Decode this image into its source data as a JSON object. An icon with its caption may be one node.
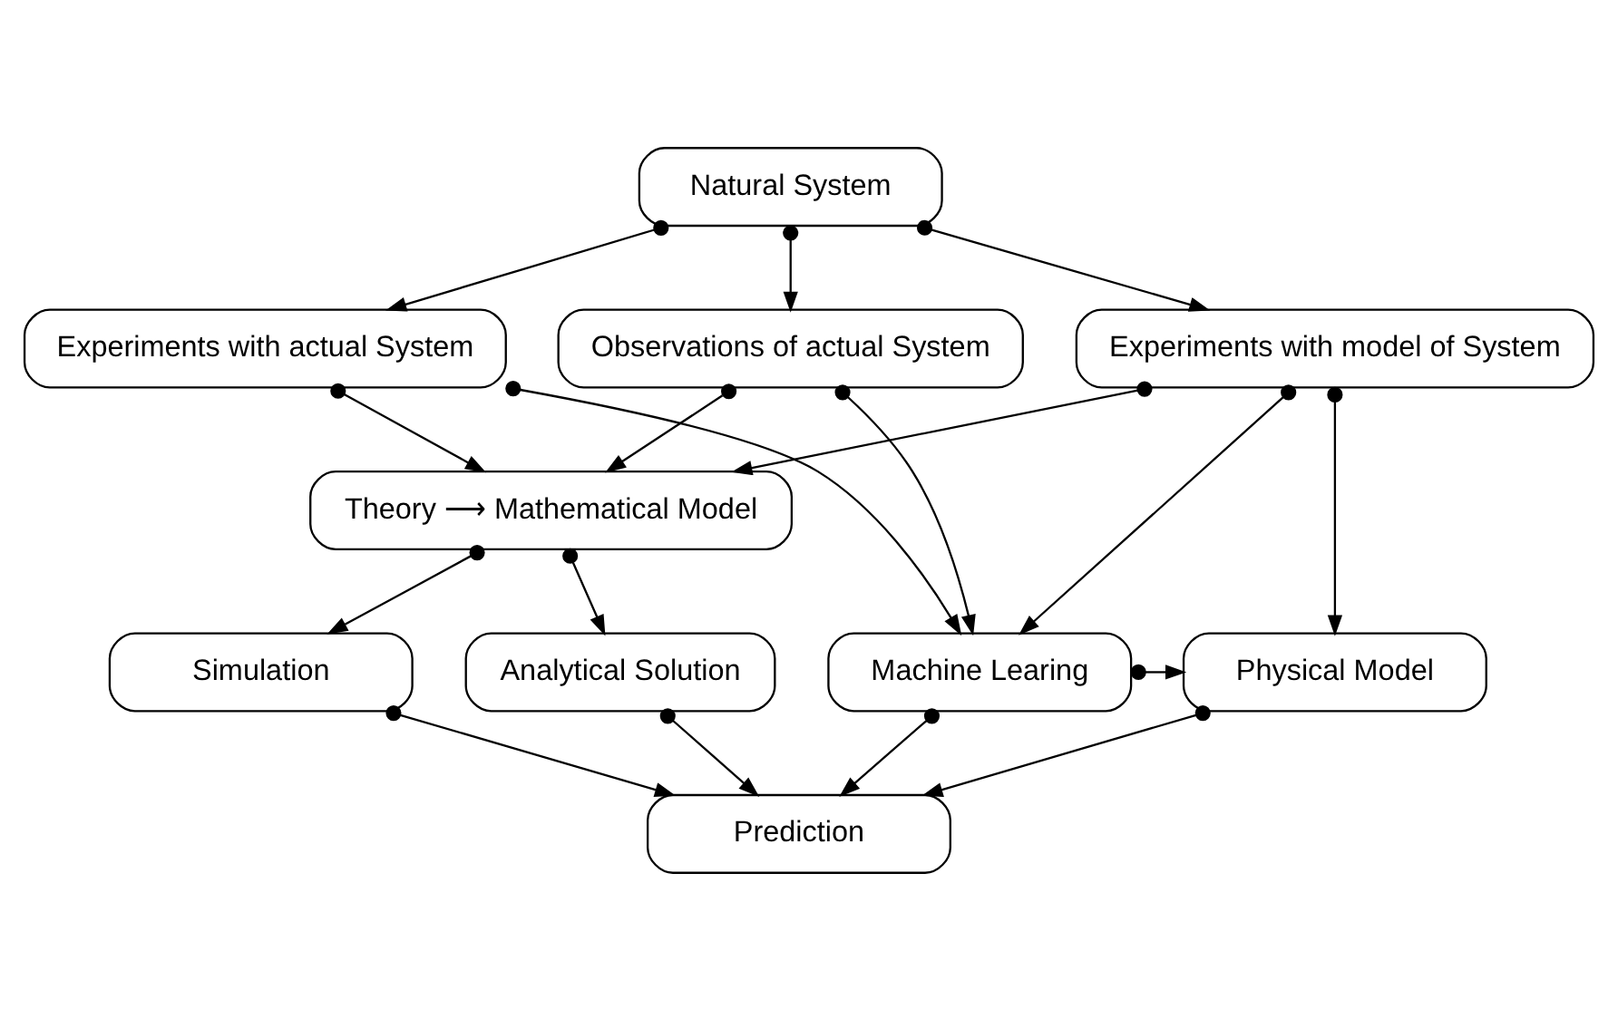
{
  "diagram": {
    "nodes": [
      {
        "text": [
          "Natural System"
        ]
      },
      {
        "text": [
          "Experiments with model of System"
        ]
      },
      {
        "text": [
          "Experiments with actual System"
        ]
      },
      {
        "text": [
          "Observations of actual System"
        ]
      },
      {
        "text": [
          "Theory ⟶ Mathematical Model"
        ]
      },
      {
        "text": [
          "Analytical Solution"
        ]
      },
      {
        "text": [
          "Simulation"
        ]
      },
      {
        "text": [
          "Physical Model"
        ]
      },
      {
        "text": [
          "Machine Learing"
        ]
      },
      {
        "text": [
          "Prediction"
        ]
      }
    ],
    "edges": [
      {
        "from": 0,
        "to": 1,
        "arrow": "to"
      },
      {
        "from": 0,
        "to": 2,
        "arrow": "to"
      },
      {
        "from": 0,
        "to": 3,
        "arrow": "to"
      },
      {
        "from": 1,
        "to": 4,
        "arrow": "to"
      },
      {
        "from": 1,
        "to": 7,
        "arrow": "to"
      },
      {
        "from": 1,
        "to": 8,
        "arrow": "to"
      },
      {
        "from": 2,
        "to": 4,
        "arrow": "to"
      },
      {
        "from": 2,
        "to": 8,
        "arrow": "to"
      },
      {
        "from": 3,
        "to": 4,
        "arrow": "to"
      },
      {
        "from": 3,
        "to": 8,
        "arrow": "to"
      },
      {
        "from": 4,
        "to": 5,
        "arrow": "to"
      },
      {
        "from": 4,
        "to": 6,
        "arrow": "to"
      },
      {
        "from": 8,
        "to": 7,
        "arrow": "to"
      },
      {
        "from": 5,
        "to": 9,
        "arrow": "to"
      },
      {
        "from": 6,
        "to": 9,
        "arrow": "to"
      },
      {
        "from": 7,
        "to": 9,
        "arrow": "to"
      },
      {
        "from": 8,
        "to": 9,
        "arrow": "to"
      }
    ]
  }
}
